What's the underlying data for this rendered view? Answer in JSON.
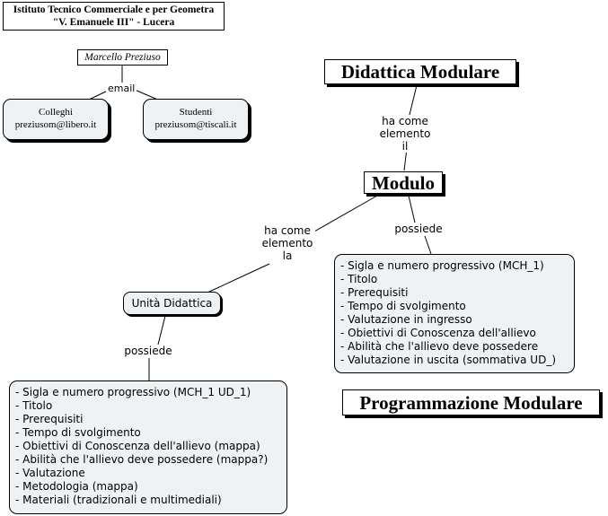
{
  "school": {
    "line1": "Istituto Tecnico Commerciale e per Geometra",
    "line2": "\"V. Emanuele III\" - Lucera"
  },
  "author": "Marcello Preziuso",
  "email_label": "email",
  "contacts": {
    "colleghi": {
      "label": "Colleghi",
      "email": "preziusom@libero.it"
    },
    "studenti": {
      "label": "Studenti",
      "email": "preziusom@tiscali.it"
    }
  },
  "titles": {
    "didattica": "Didattica Modulare",
    "modulo": "Modulo",
    "programmazione": "Programmazione Modulare"
  },
  "relations": {
    "ha_come_elemento_il": [
      "ha come",
      "elemento il"
    ],
    "possiede_modulo": "possiede",
    "ha_come_elemento_la": [
      "ha come",
      "elemento",
      "la"
    ],
    "possiede_ud": "possiede"
  },
  "unita": "Unità Didattica",
  "modulo_items": [
    "Sigla e numero progressivo (MCH_1)",
    "Titolo",
    "Prerequisiti",
    "Tempo di svolgimento",
    "Valutazione in ingresso",
    "Obiettivi di Conoscenza dell'allievo",
    "Abilità che l'allievo deve possedere",
    "Valutazione in uscita (sommativa UD_)"
  ],
  "ud_items": [
    "Sigla e numero progressivo (MCH_1 UD_1)",
    "Titolo",
    "Prerequisiti",
    "Tempo di svolgimento",
    "Obiettivi di Conoscenza dell'allievo (mappa)",
    "Abilità che l'allievo deve possedere (mappa?)",
    "Valutazione",
    "Metodologia (mappa)",
    "Materiali (tradizionali e multimediali)"
  ]
}
